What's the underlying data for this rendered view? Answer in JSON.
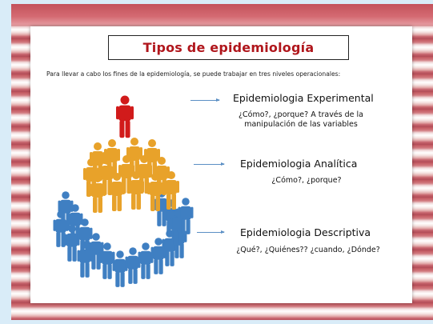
{
  "title": "Tipos de epidemiología",
  "intro": "Para llevar a cabo los fines de la epidemiología, se puede trabajar en tres niveles operacionales:",
  "levels": [
    {
      "name": "Epidemiologia Experimental",
      "desc_line1": "¿Cómo?, ¿porque? A través de la",
      "desc_line2": "manipulación de las variables"
    },
    {
      "name": "Epidemiologia Analítica",
      "desc_line1": "¿Cómo?, ¿porque?",
      "desc_line2": ""
    },
    {
      "name": "Epidemiologia Descriptiva",
      "desc_line1": "¿Qué?, ¿Quiénes?? ¿cuando, ¿Dónde?",
      "desc_line2": ""
    }
  ],
  "colors": {
    "title": "#b0161c",
    "arrow": "#5b8fc4",
    "apex": "#d11b1b",
    "middle": "#e8a22a",
    "base": "#3f7fc2"
  },
  "icons": {
    "figure": "people-pyramid-icon"
  }
}
